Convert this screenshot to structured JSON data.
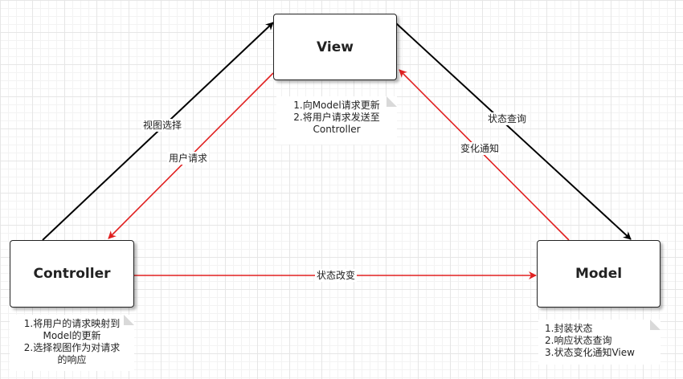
{
  "nodes": {
    "view": {
      "label": "View"
    },
    "controller": {
      "label": "Controller"
    },
    "model": {
      "label": "Model"
    }
  },
  "edges": {
    "view_select": {
      "label": "视图选择"
    },
    "user_request": {
      "label": "用户请求"
    },
    "state_query": {
      "label": "状态查询"
    },
    "change_notify": {
      "label": "变化通知"
    },
    "state_change": {
      "label": "状态改变"
    }
  },
  "notes": {
    "view": {
      "lines": [
        "1.向Model请求更新",
        "2.将用户请求发送至",
        "Controller"
      ]
    },
    "controller": {
      "lines": [
        "1.将用户的请求映射到",
        "Model的更新",
        "2.选择视图作为对请求",
        "的响应"
      ]
    },
    "model": {
      "lines": [
        "1.封装状态",
        "2.响应状态查询",
        "3.状态变化通知View"
      ]
    }
  },
  "colors": {
    "black_arrow": "#000000",
    "red_arrow": "#e02020",
    "border": "#222222"
  }
}
